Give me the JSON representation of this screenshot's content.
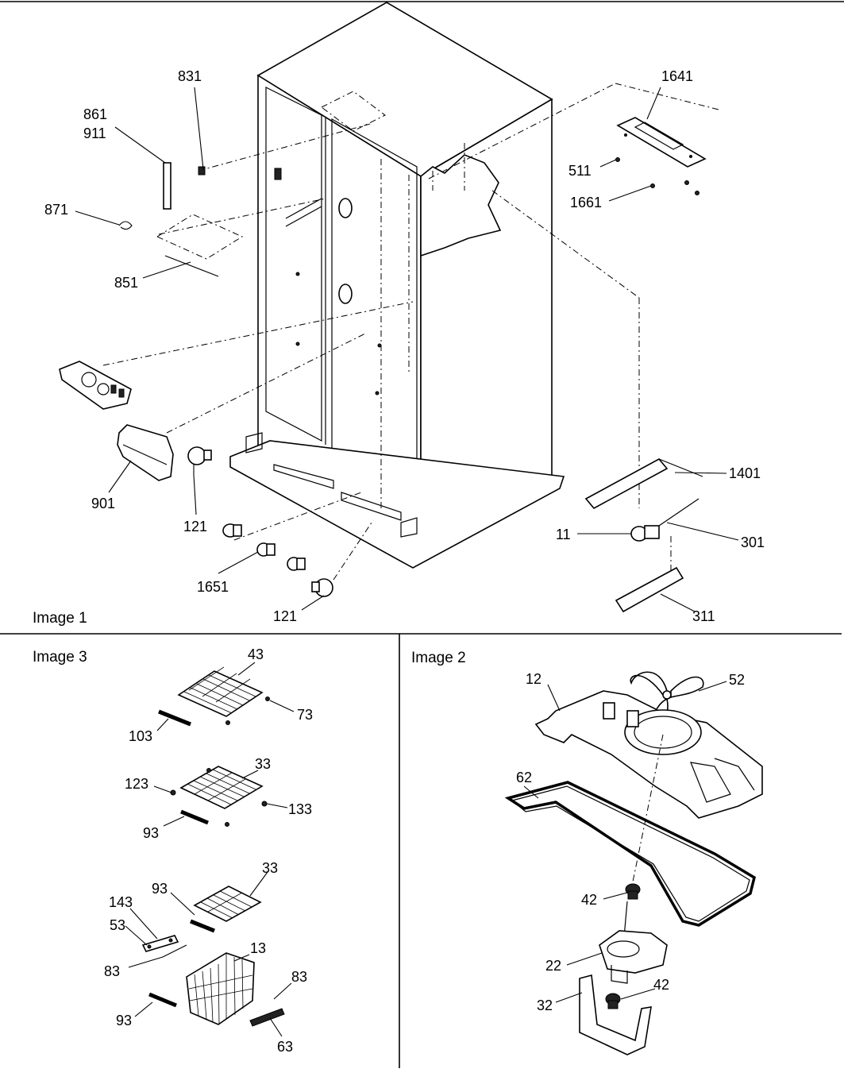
{
  "panels": {
    "image1": {
      "title": "Image 1"
    },
    "image2": {
      "title": "Image 2"
    },
    "image3": {
      "title": "Image 3"
    }
  },
  "callouts": {
    "image1": [
      "831",
      "861",
      "911",
      "871",
      "851",
      "901",
      "121",
      "1651",
      "121",
      "1641",
      "511",
      "1661",
      "1401",
      "11",
      "301",
      "311"
    ],
    "image2": [
      "12",
      "52",
      "62",
      "42",
      "22",
      "42",
      "32"
    ],
    "image3": [
      "43",
      "73",
      "103",
      "123",
      "33",
      "133",
      "93",
      "33",
      "93",
      "143",
      "53",
      "83",
      "13",
      "83",
      "93",
      "63"
    ]
  }
}
